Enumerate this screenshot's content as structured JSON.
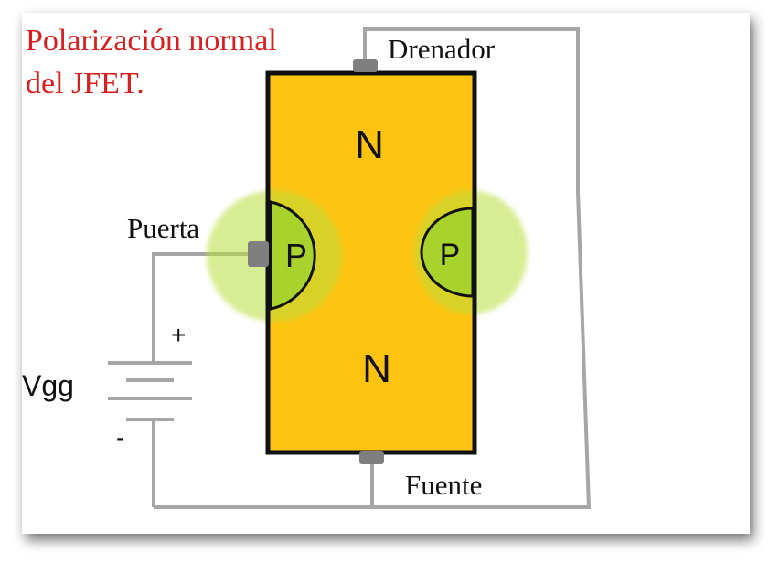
{
  "title_lines": [
    "Polarización normal",
    "del JFET."
  ],
  "labels": {
    "drain": "Drenador",
    "gate": "Puerta",
    "source": "Fuente",
    "battery": "Vgg",
    "plus": "+",
    "minus": "-"
  },
  "regions": {
    "n_top": "N",
    "n_bottom": "N",
    "p_left": "P",
    "p_right": "P"
  },
  "colors": {
    "title": "#d81e1e",
    "channel": "#fdc311",
    "p_region": "#a8d22c",
    "wire": "#a6a6a6",
    "terminal": "#7f7f7f",
    "outline": "#111111"
  }
}
